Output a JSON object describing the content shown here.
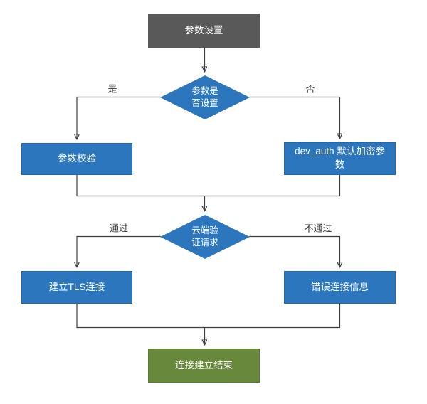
{
  "flowchart": {
    "nodes": {
      "start": {
        "label": "参数设置"
      },
      "decision_params": {
        "line1": "参数是",
        "line2": "否设置"
      },
      "param_check": {
        "label": "参数校验"
      },
      "dev_auth": {
        "label": "dev_auth 默认加密参数"
      },
      "decision_cloud": {
        "line1": "云端验",
        "line2": "证请求"
      },
      "tls_connect": {
        "label": "建立TLS连接"
      },
      "error_info": {
        "label": "错误连接信息"
      },
      "end": {
        "label": "连接建立结束"
      }
    },
    "edge_labels": {
      "yes": "是",
      "no": "否",
      "pass": "通过",
      "fail": "不通过"
    },
    "colors": {
      "start_fill": "#595959",
      "process_fill": "#2B76BD",
      "end_fill": "#68893B",
      "connector": "#3d3d3d",
      "node_text": "#ffffff",
      "edge_label_text": "#333333",
      "background": "#ffffff"
    }
  }
}
